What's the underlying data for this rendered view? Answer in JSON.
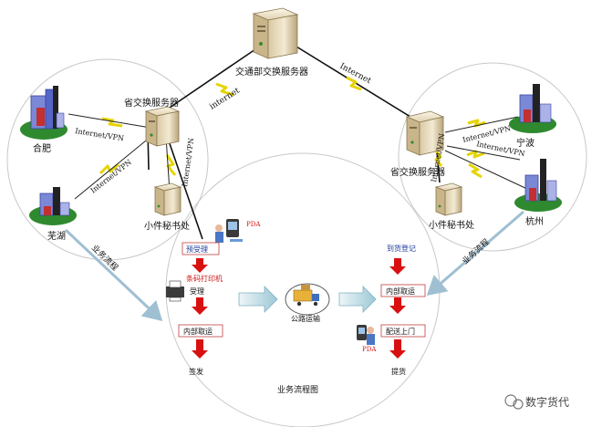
{
  "diagram": {
    "nodes": {
      "center_server": "交通部交换服务器",
      "left_prov_server": "省交换服务器",
      "right_prov_server": "省交换服务器",
      "left_secretary": "小件秘书处",
      "right_secretary": "小件秘书处",
      "hefei": "合肥",
      "wuhu": "芜湖",
      "ningbo": "宁波",
      "hangzhou": "杭州"
    },
    "links": {
      "internet_center_left": "internet",
      "internet_center_right": "Internet",
      "vpn_hefei": "Internet/VPN",
      "vpn_wuhu": "Internet/VPN",
      "vpn_left_secretary": "Internet/VPN",
      "vpn_ningbo": "Internet/VPN",
      "vpn_right_mid": "Internet/VPN",
      "vpn_right_secretary": "Internet/VPN",
      "flow_left": "业务流程",
      "flow_right": "业务流程"
    },
    "process": {
      "left_pda": "PDA",
      "right_pda": "PDA",
      "pre_accept": "预受理",
      "barcode_print": "条码打印机",
      "accept": "受理",
      "internal_transport_left": "内部取运",
      "ship": "签发",
      "road_transport": "公路运输",
      "arrival_register": "到货登记",
      "internal_transport_right": "内部取运",
      "door_delivery": "配送上门",
      "pickup": "提货",
      "caption": "业务流程图"
    },
    "watermark": "数字货代"
  }
}
